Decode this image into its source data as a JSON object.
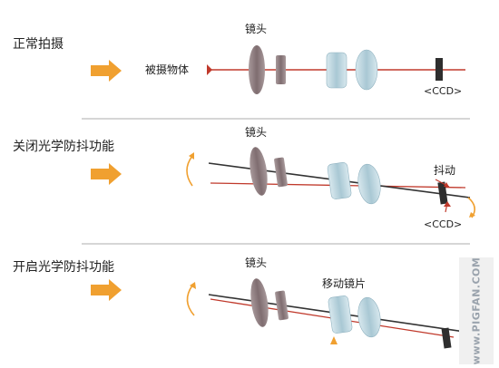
{
  "sections": [
    {
      "title": "正常拍摄"
    },
    {
      "title": "关闭光学防抖功能"
    },
    {
      "title": "开启光学防抖功能"
    }
  ],
  "labels": {
    "lens": "镜头",
    "subject": "被摄物体",
    "ccd": "<CCD>",
    "shake": "抖动",
    "moving_lens": "移动镜片"
  },
  "watermark": "www.PIGFAN.COM",
  "colors": {
    "arrow": "#f0a030",
    "axis": "#c0392b",
    "lens_brown": "#8d7b7d",
    "lens_blue": "#b9d4de",
    "divider": "#bdbdbd",
    "ccd": "#2e2e2e"
  }
}
